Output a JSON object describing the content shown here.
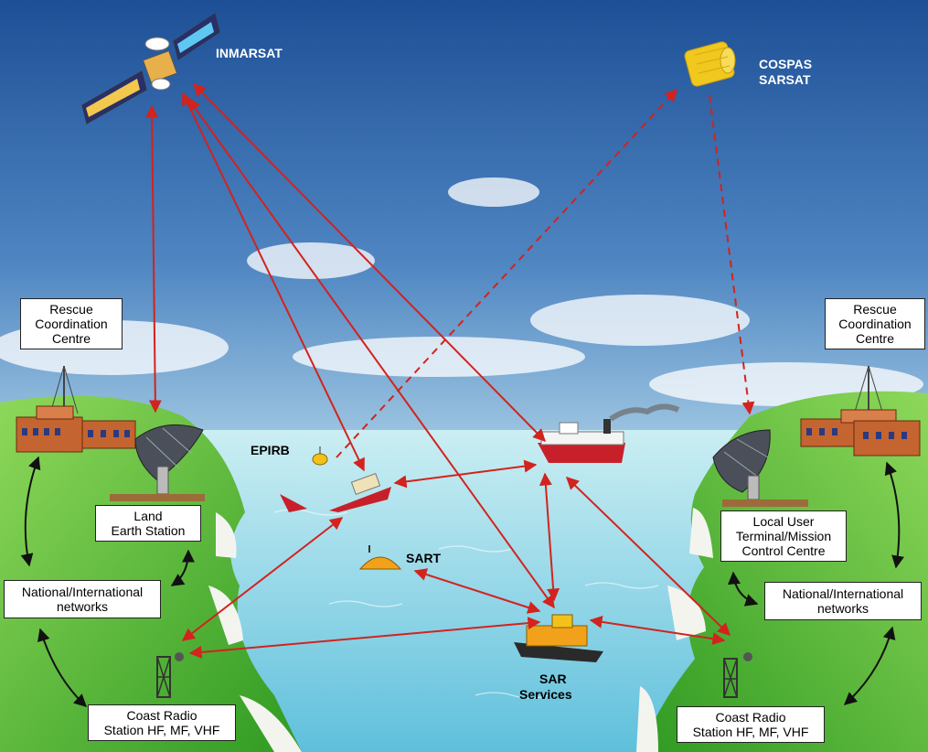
{
  "satellites": {
    "inmarsat": "INMARSAT",
    "cospas_line1": "COSPAS",
    "cospas_line2": "SARSAT"
  },
  "left": {
    "rcc": [
      "Rescue",
      "Coordination",
      "Centre"
    ],
    "les": [
      "Land",
      "Earth Station"
    ],
    "networks": [
      "National/International",
      "networks"
    ],
    "coast_radio": [
      "Coast Radio",
      "Station HF, MF, VHF"
    ]
  },
  "right": {
    "rcc": [
      "Rescue",
      "Coordination",
      "Centre"
    ],
    "lut": [
      "Local User",
      "Terminal/Mission",
      "Control Centre"
    ],
    "networks": [
      "National/International",
      "networks"
    ],
    "coast_radio": [
      "Coast Radio",
      "Station HF, MF, VHF"
    ]
  },
  "sea": {
    "epirb": "EPIRB",
    "sart": "SART",
    "sar_line1": "SAR",
    "sar_line2": "Services"
  },
  "colors": {
    "link_red": "#d2231e",
    "network_arrow": "#111111",
    "land_green": "#52b82e",
    "sky_top": "#1d4f96",
    "sea": "#8fd4e6"
  },
  "icons": [
    "inmarsat-satellite-icon",
    "cospas-sarsat-satellite-icon",
    "building-icon",
    "dish-antenna-icon",
    "radio-mast-icon",
    "ship-icon",
    "lifeboat-icon",
    "buoy-icon",
    "life-raft-icon"
  ]
}
